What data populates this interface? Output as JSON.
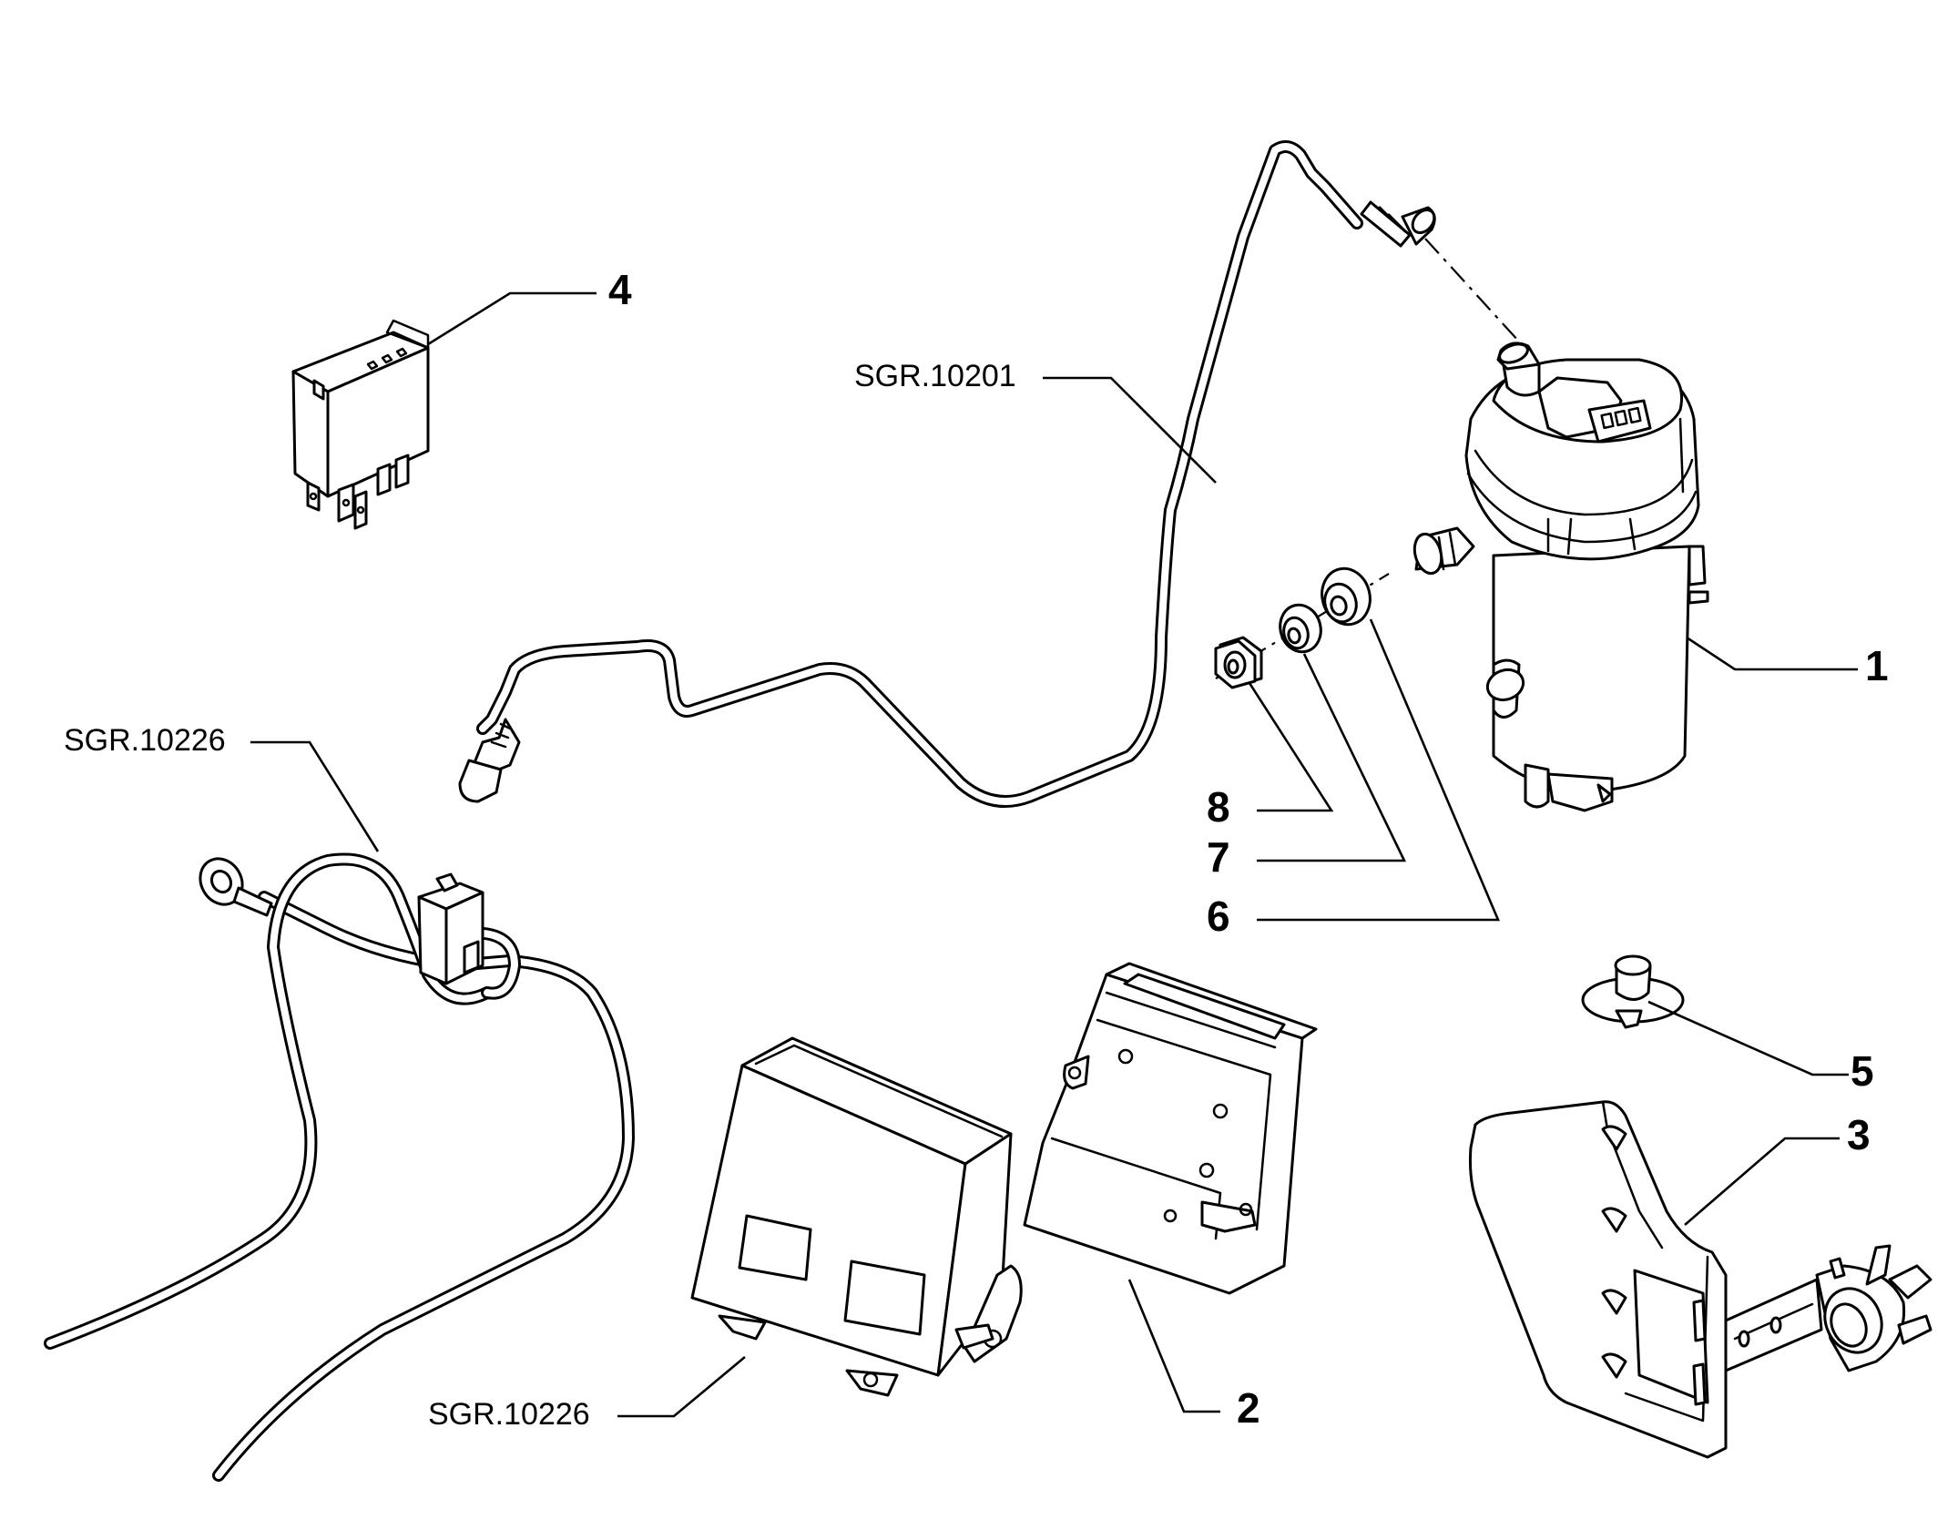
{
  "callouts": {
    "c1": "1",
    "c2": "2",
    "c3": "3",
    "c4": "4",
    "c5": "5",
    "c6": "6",
    "c7": "7",
    "c8": "8"
  },
  "references": {
    "wiring_fuel": "SGR.10201",
    "wiring_ground": "SGR.10226",
    "wiring_ecu": "SGR.10226"
  },
  "colors": {
    "line": "#000000",
    "background": "#ffffff"
  }
}
